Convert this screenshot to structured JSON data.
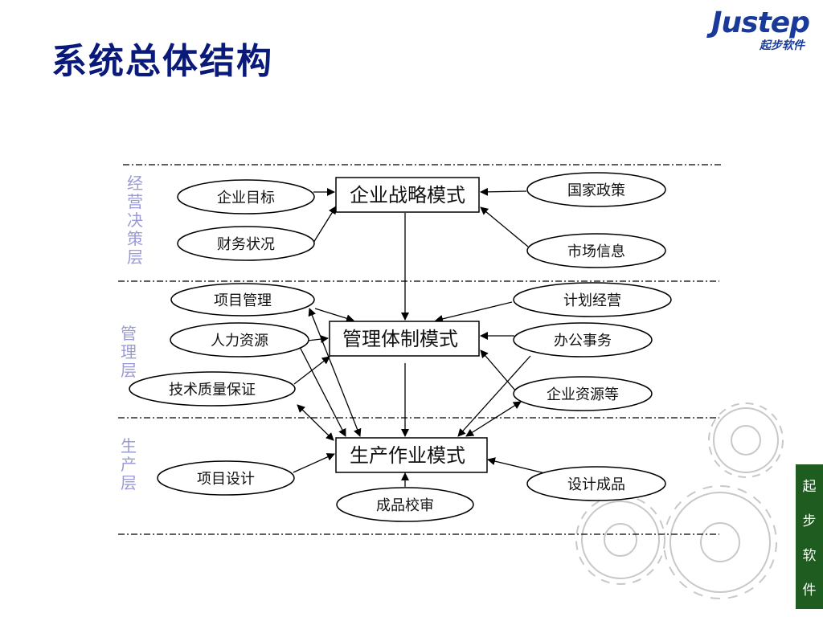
{
  "title": "系统总体结构",
  "logo": {
    "word": "Justep",
    "sub": "起步软件"
  },
  "layers": {
    "decision": [
      "经",
      "营",
      "决",
      "策",
      "层"
    ],
    "management": [
      "管",
      "理",
      "层"
    ],
    "production": [
      "生",
      "产",
      "层"
    ]
  },
  "boxes": {
    "strategy": "企业战略模式",
    "management": "管理体制模式",
    "production": "生产作业模式"
  },
  "ovals": {
    "goal": "企业目标",
    "finance": "财务状况",
    "policy": "国家政策",
    "market": "市场信息",
    "project_mgmt": "项目管理",
    "hr": "人力资源",
    "quality": "技术质量保证",
    "planning": "计划经营",
    "office": "办公事务",
    "resources": "企业资源等",
    "project_design": "项目设计",
    "review": "成品校审",
    "deliverable": "设计成品"
  },
  "side_panel": [
    "起",
    "步",
    "软",
    "件"
  ]
}
